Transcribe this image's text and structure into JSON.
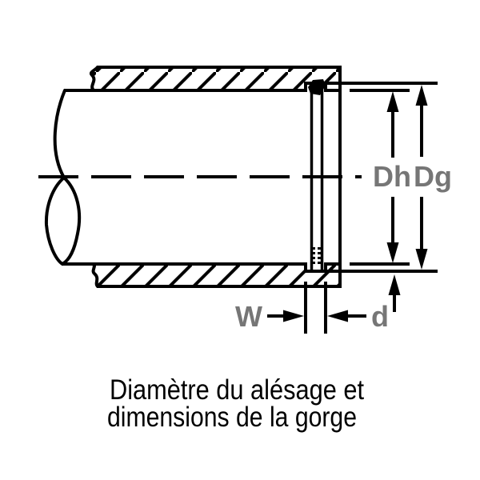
{
  "dimension_labels": {
    "bore_diameter": "Dh",
    "groove_diameter": "Dg",
    "groove_width": "W",
    "groove_depth": "d"
  },
  "caption": {
    "line1": "Diamètre du alésage et",
    "line2": "dimensions de la gorge"
  },
  "colors": {
    "line": "#000000",
    "dimension_label": "#767676",
    "caption_text": "#000000",
    "background": "#ffffff"
  }
}
